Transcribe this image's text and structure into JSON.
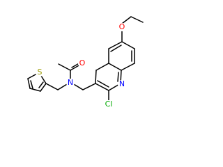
{
  "colors": {
    "background": "#ffffff",
    "bond": "#000000",
    "oxygen": "#ff0000",
    "nitrogen": "#0000ff",
    "sulfur": "#999900",
    "chlorine": "#00aa00"
  },
  "atoms": {
    "o_carbonyl": {
      "label": "O",
      "color_key": "oxygen"
    },
    "n_amide": {
      "label": "N",
      "color_key": "nitrogen"
    },
    "s_thiophene": {
      "label": "S",
      "color_key": "sulfur"
    },
    "o_ether": {
      "label": "O",
      "color_key": "oxygen"
    },
    "n_quinoline": {
      "label": "N",
      "color_key": "nitrogen"
    },
    "cl": {
      "label": "Cl",
      "color_key": "chlorine"
    }
  }
}
